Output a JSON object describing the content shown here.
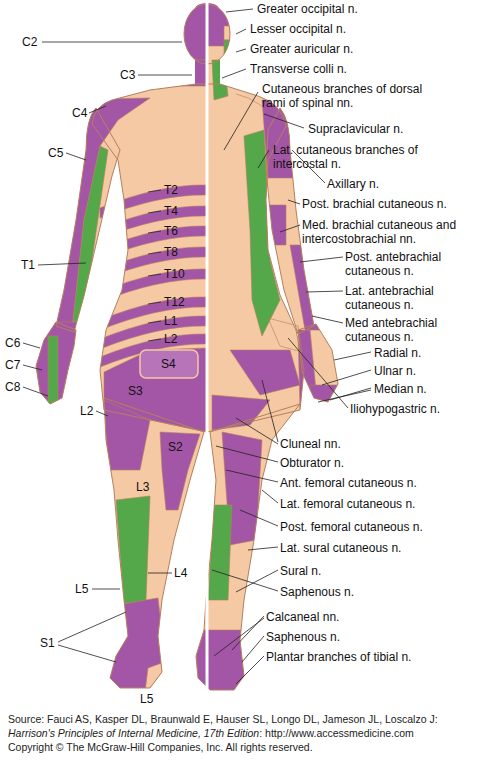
{
  "diagram": {
    "labels": [
      "C2",
      "C3",
      "C4",
      "C5",
      "T2",
      "T4",
      "T6",
      "T8",
      "T10",
      "T1",
      "T12",
      "L1",
      "L2",
      "S4",
      "S3",
      "C6",
      "C7",
      "C8",
      "L2",
      "S2",
      "L3",
      "L4",
      "L5",
      "S1",
      "L5",
      "Greater occipital n.",
      "Lesser occipital n.",
      "Greater auricular n.",
      "Transverse colli n.",
      "Cutaneous branches of dorsal rami of spinal nn.",
      "Supraclavicular n.",
      "Lat. cutaneous branches of intercostal n.",
      "Axillary n.",
      "Post. brachial cutaneous n.",
      "Med. brachial cutaneous and intercostobrachial nn.",
      "Post. antebrachial cutaneous n.",
      "Lat. antebrachial cutaneous n.",
      "Med antebrachial cutaneous n.",
      "Radial n.",
      "Ulnar n.",
      "Median n.",
      "Iliohypogastric n.",
      "Cluneal nn.",
      "Obturator n.",
      "Ant. femoral cutaneous n.",
      "Lat. femoral cutaneous n.",
      "Post. femoral cutaneous n.",
      "Lat. sural cutaneous n.",
      "Sural n.",
      "Saphenous n.",
      "Calcaneal nn.",
      "Saphenous n.",
      "Plantar branches of tibial n.",
      "Source: Fauci AS, Kasper DL, Braunwald E, Hauser SL, Longo DL, Jameson JL, Loscalzo J:",
      "Harrison's Principles of Internal Medicine, 17th Edition",
      ": http://www.accessmedicine.com",
      "Copyright © The McGraw-Hill Companies, Inc. All rights reserved."
    ]
  }
}
